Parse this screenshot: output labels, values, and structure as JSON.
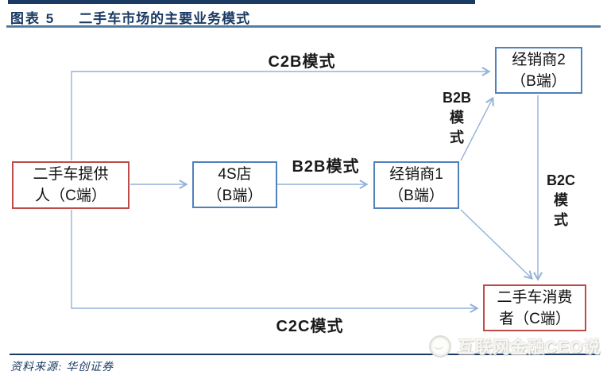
{
  "header": {
    "label": "图表 5",
    "title": "二手车市场的主要业务模式"
  },
  "diagram": {
    "nodes": {
      "provider": {
        "line1": "二手车提供",
        "line2": "人（C端）"
      },
      "store4s": {
        "line1": "4S店",
        "line2": "（B端）"
      },
      "dealer1": {
        "line1": "经销商1",
        "line2": "（B端）"
      },
      "dealer2": {
        "line1": "经销商2",
        "line2": "（B端）"
      },
      "consumer": {
        "line1": "二手车消费",
        "line2": "者（C端）"
      }
    },
    "labels": {
      "c2b": "C2B模式",
      "b2b_horizontal": "B2B模式",
      "b2b_vertical": [
        "B2B",
        "模",
        "式"
      ],
      "b2c_vertical": [
        "B2C",
        "模",
        "式"
      ],
      "c2c": "C2C模式"
    }
  },
  "footer": {
    "source": "资料来源: 华创证券",
    "watermark": "互联网金融CEO说"
  },
  "colors": {
    "accent-navy": "#1B3A63",
    "rule-blue": "#3E6A96",
    "box-red": "#BE4B48",
    "box-blue": "#4F81BD",
    "connector-blue": "#94B2D8",
    "label-text": "#1A1A1A",
    "watermark-gray": "#DEDDD8"
  }
}
